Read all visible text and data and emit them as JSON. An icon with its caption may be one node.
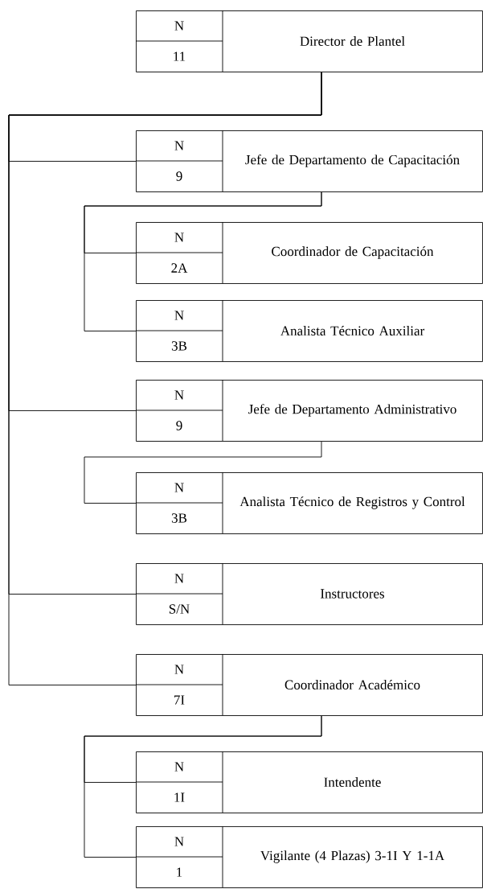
{
  "diagram": {
    "nodes": [
      {
        "text": [
          "N",
          "11",
          "Director de Plantel"
        ]
      },
      {
        "text": [
          "N",
          "9",
          "Jefe de Departamento de Capacitación"
        ]
      },
      {
        "text": [
          "N",
          "2A",
          "Coordinador de Capacitación"
        ]
      },
      {
        "text": [
          "N",
          "3B",
          "Analista Técnico Auxiliar"
        ]
      },
      {
        "text": [
          "N",
          "9",
          "Jefe de Departamento Administrativo"
        ]
      },
      {
        "text": [
          "N",
          "3B",
          "Analista Técnico de Registros y Control"
        ]
      },
      {
        "text": [
          "N",
          "S/N",
          "Instructores"
        ]
      },
      {
        "text": [
          "N",
          "7I",
          "Coordinador Académico"
        ]
      },
      {
        "text": [
          "N",
          "1I",
          "Intendente"
        ]
      },
      {
        "text": [
          "N",
          "1",
          "Vigilante (4 Plazas) 3-1I Y 1-1A"
        ]
      }
    ],
    "edges": [
      {
        "from": 0,
        "to": 1,
        "arrow": "none"
      },
      {
        "from": 0,
        "to": 4,
        "arrow": "none"
      },
      {
        "from": 0,
        "to": 6,
        "arrow": "none"
      },
      {
        "from": 0,
        "to": 7,
        "arrow": "none"
      },
      {
        "from": 1,
        "to": 2,
        "arrow": "none"
      },
      {
        "from": 1,
        "to": 3,
        "arrow": "none"
      },
      {
        "from": 4,
        "to": 5,
        "arrow": "none"
      },
      {
        "from": 7,
        "to": 8,
        "arrow": "none"
      },
      {
        "from": 7,
        "to": 9,
        "arrow": "none"
      }
    ]
  }
}
